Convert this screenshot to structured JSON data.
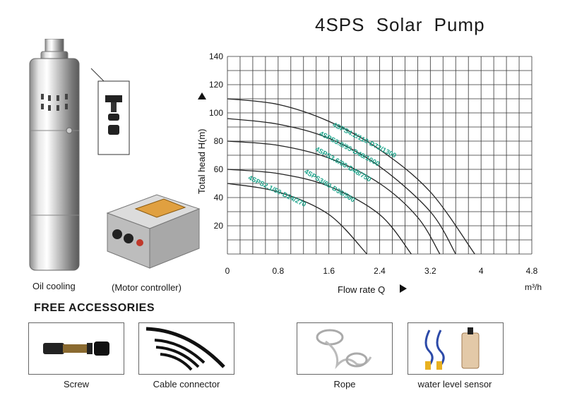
{
  "title": "4SPS  Solar  Pump",
  "left": {
    "pump_caption": "Oil cooling",
    "controller_caption": "(Motor controller)"
  },
  "accessories": {
    "heading": "FREE ACCESSORIES",
    "items": [
      {
        "label": "Screw"
      },
      {
        "label": "Cable connector"
      },
      {
        "label": "Rope"
      },
      {
        "label": "water level sensor"
      }
    ]
  },
  "chart_data": {
    "type": "line",
    "title": "4SPS  Solar  Pump",
    "xlabel": "Flow rate Q",
    "xunit": "m³/h",
    "ylabel": "Total head H(m)",
    "xlim": [
      0,
      4.8
    ],
    "ylim": [
      0,
      140
    ],
    "xticks": [
      0,
      0.8,
      1.6,
      2.4,
      3.2,
      4,
      4.8
    ],
    "xtick_labels": [
      "0",
      "0.8",
      "1.6",
      "2.4",
      "3.2",
      "4",
      "4.8"
    ],
    "yticks": [
      20,
      40,
      60,
      80,
      100,
      120,
      140
    ],
    "grid": true,
    "colors": {
      "curve": "#222222",
      "label": "#1aa38a",
      "grid": "#333333"
    },
    "series": [
      {
        "name": "4SPS4.2/110-D72/1300",
        "x": [
          0,
          0.8,
          1.6,
          2.4,
          3.2,
          3.9
        ],
        "y": [
          110,
          106,
          94,
          74,
          44,
          0
        ]
      },
      {
        "name": "4SPS3.8/95-D48/1000",
        "x": [
          0,
          0.8,
          1.6,
          2.4,
          3.2,
          3.6
        ],
        "y": [
          96,
          92,
          82,
          62,
          30,
          0
        ]
      },
      {
        "name": "4SPS3.6/80-D48/750",
        "x": [
          0,
          0.8,
          1.6,
          2.4,
          3.0,
          3.35
        ],
        "y": [
          80,
          77,
          68,
          50,
          26,
          0
        ]
      },
      {
        "name": "4SPS3/60-D36/500",
        "x": [
          0,
          0.8,
          1.6,
          2.4,
          2.9
        ],
        "y": [
          60,
          57,
          48,
          28,
          0
        ]
      },
      {
        "name": "4SPS2.1/50-D24/270",
        "x": [
          0,
          0.8,
          1.6,
          2.2
        ],
        "y": [
          50,
          44,
          28,
          0
        ]
      }
    ]
  }
}
